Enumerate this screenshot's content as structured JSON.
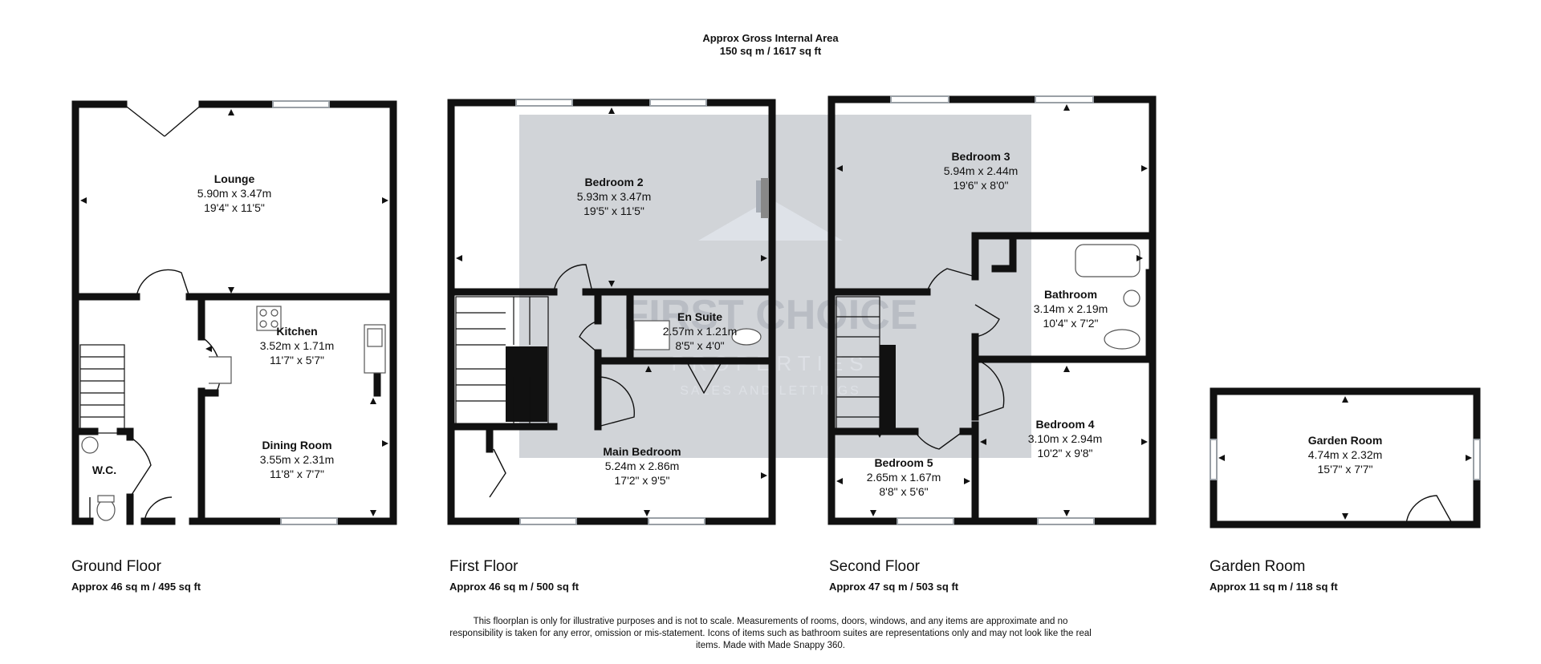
{
  "header": {
    "line1": "Approx Gross Internal Area",
    "line2": "150 sq m / 1617 sq ft"
  },
  "floors": [
    {
      "name": "Ground Floor",
      "area": "Approx 46 sq m / 495 sq ft"
    },
    {
      "name": "First Floor",
      "area": "Approx 46 sq m / 500 sq ft"
    },
    {
      "name": "Second Floor",
      "area": "Approx 47 sq m / 503 sq ft"
    },
    {
      "name": "Garden Room",
      "area": "Approx 11 sq m / 118 sq ft"
    }
  ],
  "rooms": {
    "lounge": {
      "name": "Lounge",
      "metric": "5.90m x 3.47m",
      "imperial": "19'4\" x 11'5\""
    },
    "kitchen": {
      "name": "Kitchen",
      "metric": "3.52m x 1.71m",
      "imperial": "11'7\" x 5'7\""
    },
    "dining": {
      "name": "Dining Room",
      "metric": "3.55m x 2.31m",
      "imperial": "11'8\" x 7'7\""
    },
    "wc": {
      "name": "W.C."
    },
    "bedroom2": {
      "name": "Bedroom 2",
      "metric": "5.93m x 3.47m",
      "imperial": "19'5\" x 11'5\""
    },
    "ensuite": {
      "name": "En Suite",
      "metric": "2.57m x 1.21m",
      "imperial": "8'5\" x 4'0\""
    },
    "main_bedroom": {
      "name": "Main Bedroom",
      "metric": "5.24m x 2.86m",
      "imperial": "17'2\" x 9'5\""
    },
    "bedroom3": {
      "name": "Bedroom 3",
      "metric": "5.94m x 2.44m",
      "imperial": "19'6\" x 8'0\""
    },
    "bathroom": {
      "name": "Bathroom",
      "metric": "3.14m x 2.19m",
      "imperial": "10'4\" x 7'2\""
    },
    "bedroom4": {
      "name": "Bedroom 4",
      "metric": "3.10m x 2.94m",
      "imperial": "10'2\" x 9'8\""
    },
    "bedroom5": {
      "name": "Bedroom 5",
      "metric": "2.65m x 1.67m",
      "imperial": "8'8\" x 5'6\""
    },
    "garden_room": {
      "name": "Garden Room",
      "metric": "4.74m x 2.32m",
      "imperial": "15'7\" x 7'7\""
    }
  },
  "watermark": {
    "brand": "FIRST CHOICE",
    "line1": "PROPERTIES",
    "line2": "SALES AND LETTINGS"
  },
  "disclaimer": "This floorplan is only for illustrative purposes and is not to scale. Measurements of rooms, doors, windows, and any items are approximate and no responsibility is taken for any error, omission or mis-statement. Icons of items such as bathroom suites are representations only and may not look like the real items. Made with Made Snappy 360.",
  "colors": {
    "wall": "#111111",
    "watermark": "#c9ccd1",
    "window": "#9aa0a6"
  }
}
